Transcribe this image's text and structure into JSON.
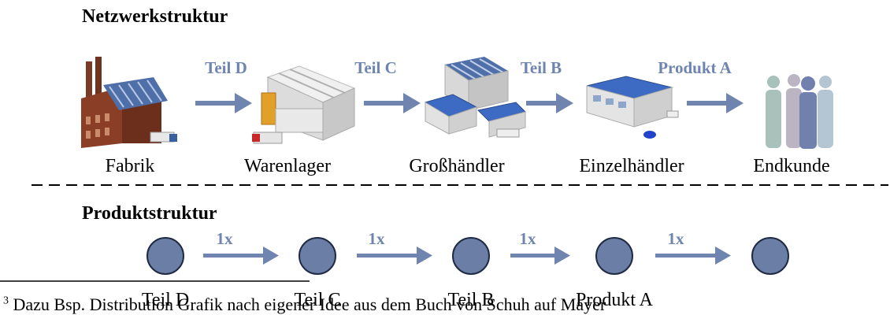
{
  "network": {
    "title": "Netzwerkstruktur",
    "nodes": [
      {
        "label": "Fabrik",
        "icon": "factory-icon"
      },
      {
        "label": "Warenlager",
        "icon": "warehouse-icon"
      },
      {
        "label": "Großhändler",
        "icon": "wholesaler-icon"
      },
      {
        "label": "Einzelhändler",
        "icon": "retailer-icon"
      },
      {
        "label": "Endkunde",
        "icon": "customers-icon"
      }
    ],
    "arrows": [
      {
        "label": "Teil D"
      },
      {
        "label": "Teil C"
      },
      {
        "label": "Teil B"
      },
      {
        "label": "Produkt A"
      }
    ]
  },
  "product": {
    "title": "Produktstruktur",
    "arrows": [
      {
        "label": "1x"
      },
      {
        "label": "1x"
      },
      {
        "label": "1x"
      },
      {
        "label": "1x"
      }
    ],
    "labels": [
      "Teil D",
      "Teil C",
      "Teil B",
      "Produkt A"
    ]
  },
  "footnote": {
    "marker": "3",
    "text": "Dazu Bsp. Distribution Grafik nach eigener Idee aus dem Buch von Schuh auf Mayer"
  },
  "colors": {
    "arrow": "#6f85b0",
    "circle_fill": "#6a7ea6",
    "circle_stroke": "#1f2a44",
    "label": "#6f85b0"
  }
}
